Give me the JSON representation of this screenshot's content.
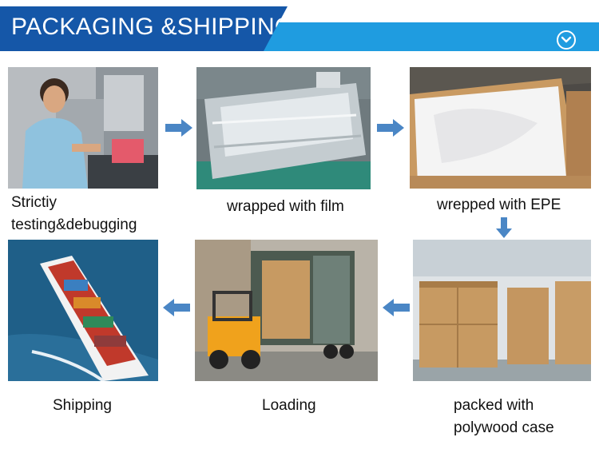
{
  "header": {
    "title": "PACKAGING &SHIPPING",
    "accent_dark": "#1557a8",
    "accent_light": "#1f9ce0"
  },
  "icons": {
    "header_toggle": "chevron-down-circle-icon",
    "flow_arrow": "arrow-icon"
  },
  "steps": [
    {
      "caption_lines": [
        "Strictiy",
        "testing&debugging"
      ]
    },
    {
      "caption": "wrapped with film"
    },
    {
      "caption": "wrepped with EPE"
    },
    {
      "caption_lines": [
        "packed with",
        "polywood case"
      ]
    },
    {
      "caption": "Loading"
    },
    {
      "caption": "Shipping"
    }
  ]
}
